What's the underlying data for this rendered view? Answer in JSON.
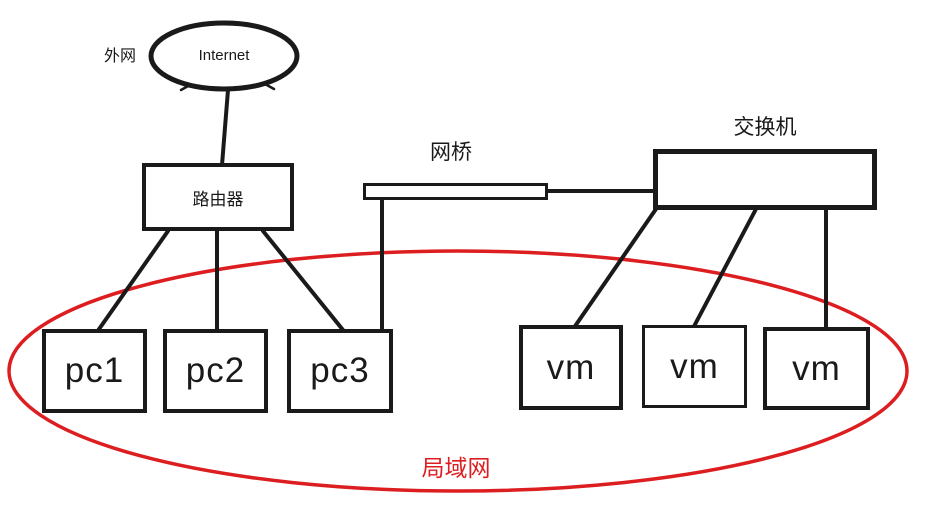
{
  "diagram": {
    "internet": {
      "label": "Internet"
    },
    "router": {
      "label": "路由器"
    },
    "labels": {
      "external_network": "外网",
      "bridge": "网桥",
      "switch": "交换机",
      "lan": "局域网"
    },
    "nodes": {
      "pcs": [
        "pc1",
        "pc2",
        "pc3"
      ],
      "vms": [
        "vm",
        "vm",
        "vm"
      ]
    },
    "colors": {
      "line": "#1a1a1a",
      "lan_red": "#dd1e21"
    }
  }
}
